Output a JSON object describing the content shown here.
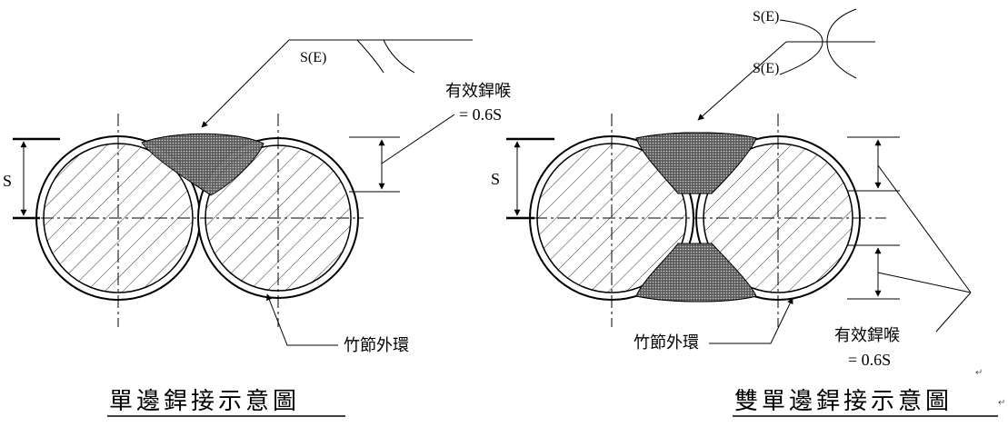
{
  "left_diagram": {
    "symbol_label": "S(E)",
    "dimension_label": "S",
    "throat_label": "有效銲喉",
    "throat_value": "= 0.6S",
    "ring_label": "竹節外環",
    "title": "單邊銲接示意圖"
  },
  "right_diagram": {
    "symbol_label_top": "S(E)",
    "symbol_label_bottom": "S(E)",
    "dimension_label": "S",
    "ring_label": "竹節外環",
    "throat_label": "有效銲喉",
    "throat_value": "= 0.6S",
    "title": "雙單邊銲接示意圖",
    "paragraph_mark_top": "↵",
    "paragraph_mark_title": "↵"
  },
  "colors": {
    "line": "#000000",
    "weld": "#3a3a3a",
    "hatch": "#000000"
  }
}
